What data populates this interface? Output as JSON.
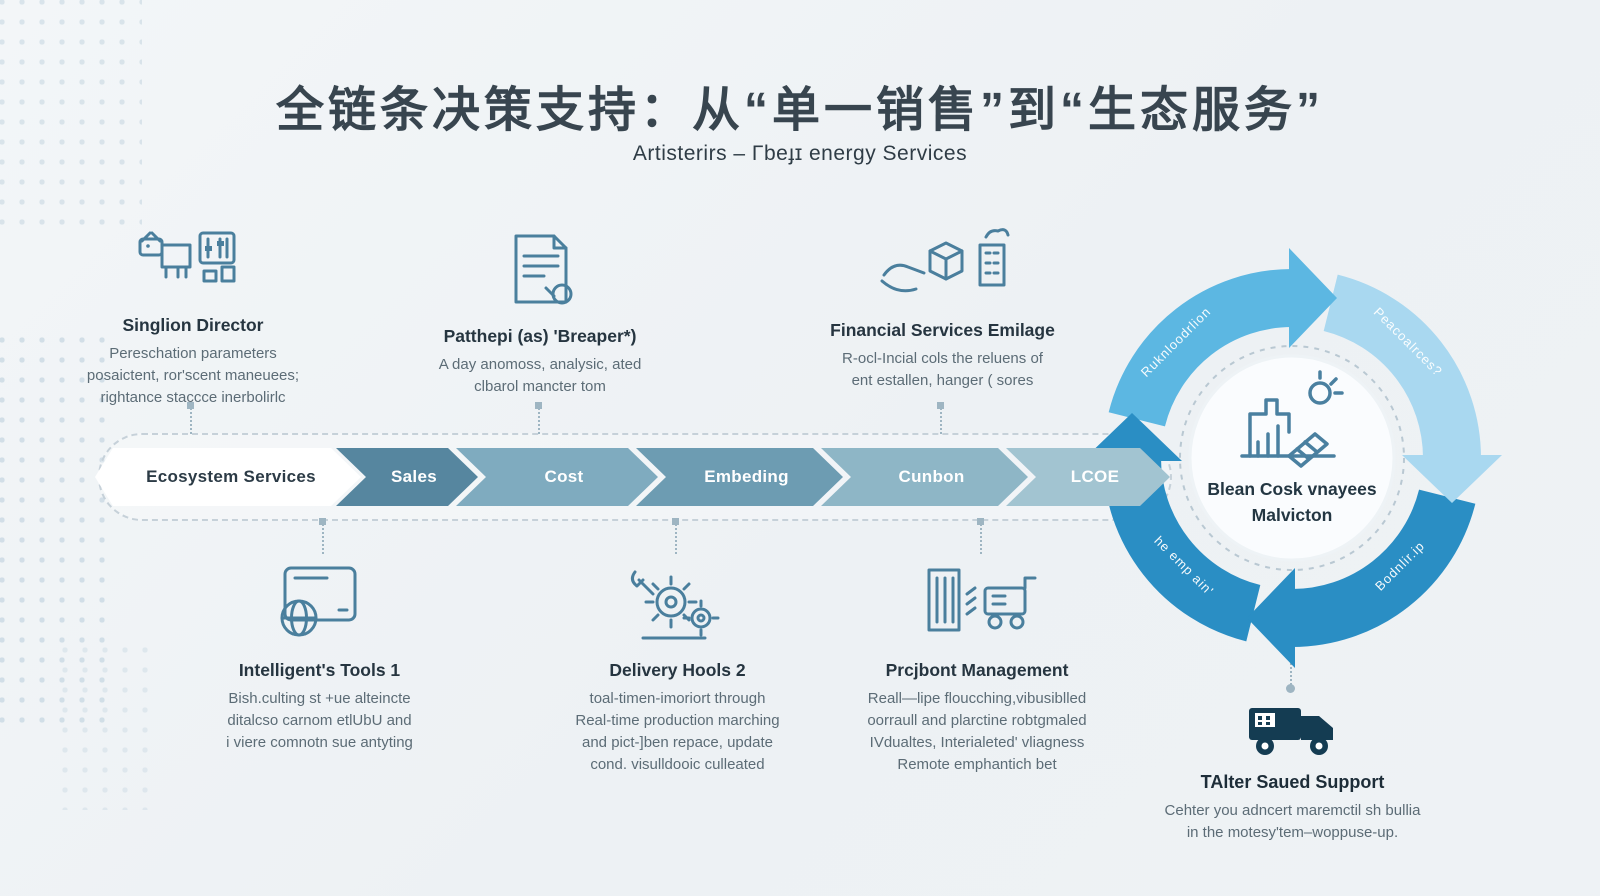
{
  "header": {
    "title": "全链条决策支持：从“单一销售”到“生态服务”",
    "subtitle": "Artisterirs – Γbeɟɪ energy Services"
  },
  "top_features": [
    {
      "icon": "livestock-panel-icon",
      "title": "Singlion Director",
      "lines": [
        "Pereschation parameters",
        "posaictent, ror'scent maneuees;",
        "rightance staccce inerbolirlc"
      ]
    },
    {
      "icon": "report-document-icon",
      "title": "Patthepi (as) 'Breaper*)",
      "lines": [
        "A day anomoss, analysic, ated",
        "clbarol mancter tom"
      ]
    },
    {
      "icon": "financial-service-icon",
      "title": "Financial Services Emilage",
      "lines": [
        "R-ocl-Incial cols the reluens of",
        "ent estallen, hanger ( sores"
      ]
    }
  ],
  "flow": {
    "steps": [
      {
        "label": "Ecosystem Services",
        "color": "#ffffff",
        "text_color": "#2c3b46"
      },
      {
        "label": "Sales",
        "color": "#56869f",
        "text_color": "#ffffff"
      },
      {
        "label": "Cost",
        "color": "#7fabbf",
        "text_color": "#ffffff"
      },
      {
        "label": "Embeding",
        "color": "#6d9cb2",
        "text_color": "#ffffff"
      },
      {
        "label": "Cunbon",
        "color": "#8eb6c6",
        "text_color": "#ffffff"
      },
      {
        "label": "LCOE",
        "color": "#a2c4d1",
        "text_color": "#ffffff"
      }
    ]
  },
  "bottom_features": [
    {
      "icon": "tablet-globe-icon",
      "title": "Intelligent's Tools 1",
      "lines": [
        "Bish.culting st +ue alteincte",
        "ditalcso carnom etlUbU and",
        "i viere comnotn sue antyting"
      ]
    },
    {
      "icon": "gears-machine-icon",
      "title": "Delivery Hools 2",
      "lines": [
        "toal-timen-imoriort through",
        "Real-time production marching",
        "and pict-]ben repace, update",
        "cond. visulldooic culleated"
      ]
    },
    {
      "icon": "logistics-machine-icon",
      "title": "Prcjbont Management",
      "lines": [
        "Reall—lipe floucching,vibusiblled",
        "oorraull and plarctine robtgmaled",
        "IVdualtes, Interialeted' vliagness",
        "Remote emphantich bet"
      ]
    }
  ],
  "cycle": {
    "center_lines": [
      "Blean Cosk vnayees",
      "Malvicton"
    ],
    "labels": {
      "top_left": "Ruknloodrlion",
      "top_right": "Peacoalrces?",
      "bottom_left": "he emp ain'",
      "bottom_right": "Bodnlir.ip"
    },
    "arc_colors": {
      "top_left": "#5cb7e2",
      "top_right": "#a9d8f0",
      "bottom_right": "#2a8ec4",
      "bottom_left": "#2a8ec4"
    }
  },
  "support": {
    "icon": "delivery-truck-icon",
    "title": "TAlter Saued Support",
    "lines": [
      "Cehter you adncert maremctil sh bullia",
      "in the motesy'tem–woppuse-up."
    ]
  }
}
